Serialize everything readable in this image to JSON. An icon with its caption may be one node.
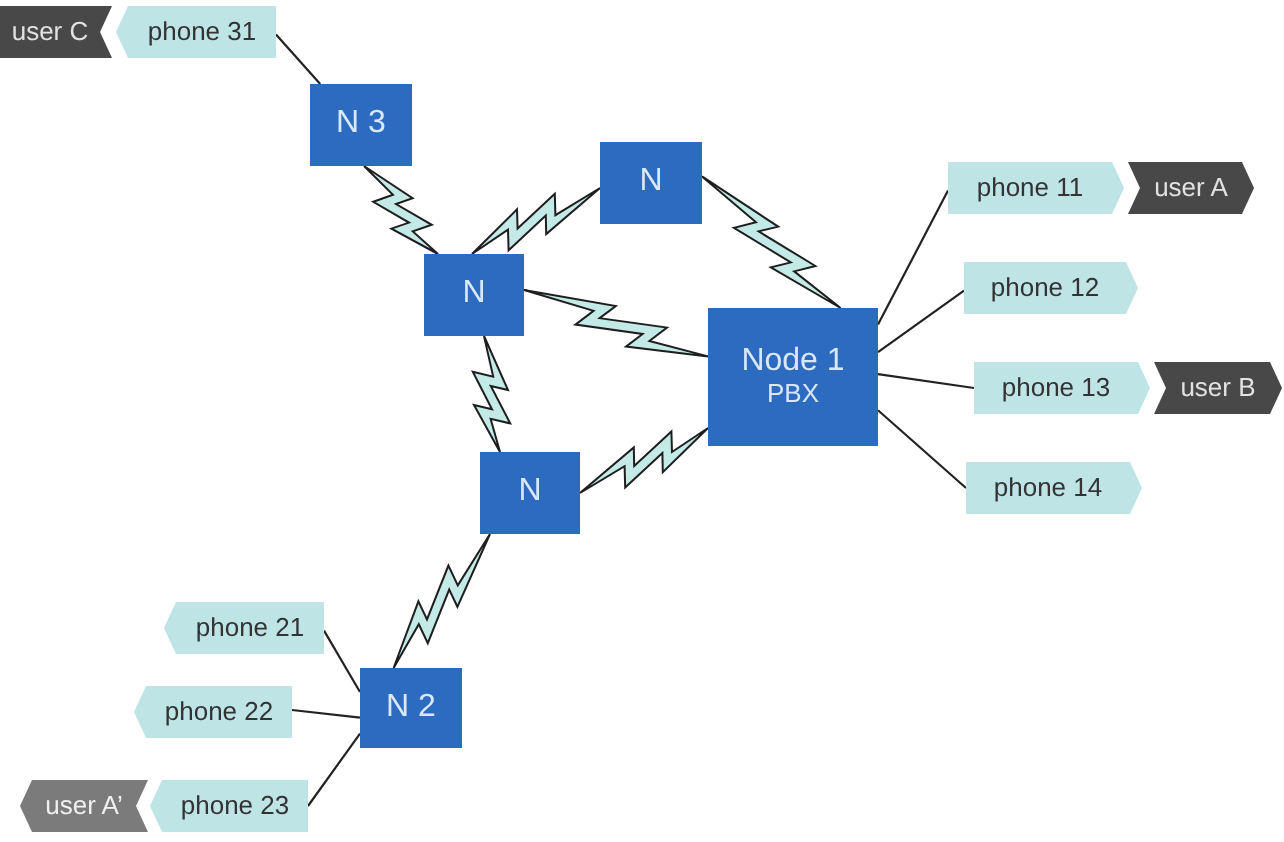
{
  "diagram": {
    "nodes": [
      {
        "text": [
          "user C"
        ]
      },
      {
        "text": [
          "phone 31"
        ]
      },
      {
        "text": [
          "N 3"
        ]
      },
      {
        "text": [
          "N"
        ]
      },
      {
        "text": [
          "phone 11"
        ]
      },
      {
        "text": [
          "user A"
        ]
      },
      {
        "text": [
          "N"
        ]
      },
      {
        "text": [
          "phone 12"
        ]
      },
      {
        "text": [
          "Node 1",
          "PBX"
        ]
      },
      {
        "text": [
          "phone 13"
        ]
      },
      {
        "text": [
          "user B"
        ]
      },
      {
        "text": [
          "N"
        ]
      },
      {
        "text": [
          "phone 14"
        ]
      },
      {
        "text": [
          "phone 21"
        ]
      },
      {
        "text": [
          "N 2"
        ]
      },
      {
        "text": [
          "phone 22"
        ]
      },
      {
        "text": [
          "phone 23"
        ]
      },
      {
        "text": [
          "user A’"
        ]
      }
    ],
    "edges": [
      {
        "from": 1,
        "to": 2,
        "arrow": "none"
      },
      {
        "from": 2,
        "to": 6,
        "arrow": "none",
        "style": "thick",
        "color": "#c4eae8"
      },
      {
        "from": 3,
        "to": 6,
        "arrow": "none",
        "style": "thick",
        "color": "#c4eae8"
      },
      {
        "from": 3,
        "to": 8,
        "arrow": "none",
        "style": "thick",
        "color": "#c4eae8"
      },
      {
        "from": 6,
        "to": 8,
        "arrow": "none",
        "style": "thick",
        "color": "#c4eae8"
      },
      {
        "from": 6,
        "to": 11,
        "arrow": "none",
        "style": "thick",
        "color": "#c4eae8"
      },
      {
        "from": 11,
        "to": 8,
        "arrow": "none",
        "style": "thick",
        "color": "#c4eae8"
      },
      {
        "from": 11,
        "to": 14,
        "arrow": "none",
        "style": "thick",
        "color": "#c4eae8"
      },
      {
        "from": 8,
        "to": 4,
        "arrow": "none"
      },
      {
        "from": 8,
        "to": 7,
        "arrow": "none"
      },
      {
        "from": 8,
        "to": 9,
        "arrow": "none"
      },
      {
        "from": 8,
        "to": 12,
        "arrow": "none"
      },
      {
        "from": 14,
        "to": 13,
        "arrow": "none"
      },
      {
        "from": 14,
        "to": 15,
        "arrow": "none"
      },
      {
        "from": 14,
        "to": 16,
        "arrow": "none"
      }
    ]
  }
}
